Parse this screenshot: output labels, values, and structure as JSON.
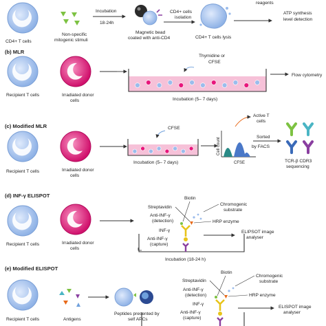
{
  "panel_a": {
    "cd4_cells": "CD4+ T cells",
    "stimuli_line1": "Non-specific",
    "stimuli_line2": "mitogenic stimuli",
    "incubation": "Incubation",
    "incubation_time": "18-24h",
    "bead_line1": "Magnetic bead",
    "bead_line2": "coated with anti-CD4",
    "isolation_line1": "CD4+ cells",
    "isolation_line2": "isolation",
    "lysis": "CD4+ T cells lysis",
    "reagents": "reagents",
    "atp_line1": "ATP synthesis",
    "atp_line2": "level detection"
  },
  "panel_b": {
    "heading": "(b) MLR",
    "recipient": "Recipient T cells",
    "donor_line1": "Irradiated donor",
    "donor_line2": "cells",
    "thymidine_line1": "Thymidine or",
    "thymidine_line2": "CFSE",
    "incubation": "Incubation (5– 7 days)",
    "output": "Flow cytometry"
  },
  "panel_c": {
    "heading": "(c) Modified MLR",
    "recipient": "Recipient T cells",
    "donor_line1": "Irradiated donor",
    "donor_line2": "cells",
    "cfse": "CFSE",
    "incubation": "Incubation (5– 7 days)",
    "cell_count": "Cell count",
    "cfse_axis": "CFSE",
    "active_line1": "Active T",
    "active_line2": "cells",
    "sorted_line1": "Sorted",
    "sorted_line2": "by FACS",
    "tcr_line1": "TCR-β CDR3",
    "tcr_line2": "sequencing"
  },
  "panel_d": {
    "heading": "(d) INF-γ ELISPOT",
    "recipient": "Recipient T cells",
    "donor_line1": "Irradiated donor",
    "donor_line2": "cells",
    "biotin": "Biotin",
    "streptavidin": "Streptavidin",
    "anti_detection_line1": "Anti-INF-γ",
    "anti_detection_line2": "(detection)",
    "inf": "INF-γ",
    "anti_capture_line1": "Anti-INF-γ",
    "anti_capture_line2": "(capture)",
    "chromogenic_line1": "Chromogenic",
    "chromogenic_line2": "substrate",
    "hrp": "HRP enzyme",
    "analyser_line1": "ELIPSOT image",
    "analyser_line2": "analyser",
    "incubation": "Incubation (18-24 h)"
  },
  "panel_e": {
    "heading": "(e) Modified ELISPOT",
    "recipient": "Recipient T cells",
    "antigens": "Antigens",
    "peptides_line1": "Peptides presented by",
    "peptides_line2": "self APCs",
    "biotin": "Biotin",
    "streptavidin": "Streptavidin",
    "anti_detection_line1": "Anti-INF-γ",
    "anti_detection_line2": "(detection)",
    "inf": "INF-γ",
    "anti_capture_line1": "Anti-INF-γ",
    "anti_capture_line2": "(capture)",
    "chromogenic_line1": "Chromogenic",
    "chromogenic_line2": "substrate",
    "hrp": "HRP enzyme",
    "analyser_line1": "ELISPOT image",
    "analyser_line2": "analyser"
  },
  "colors": {
    "t_cell": "#9bbcec",
    "donor_cell": "#e8177c",
    "medium": "#f2a7c8",
    "antibody_yellow": "#e8c41a",
    "antibody_purple": "#8a3fa0",
    "spot_blue": "#6fa0dc",
    "green": "#7dc242"
  }
}
